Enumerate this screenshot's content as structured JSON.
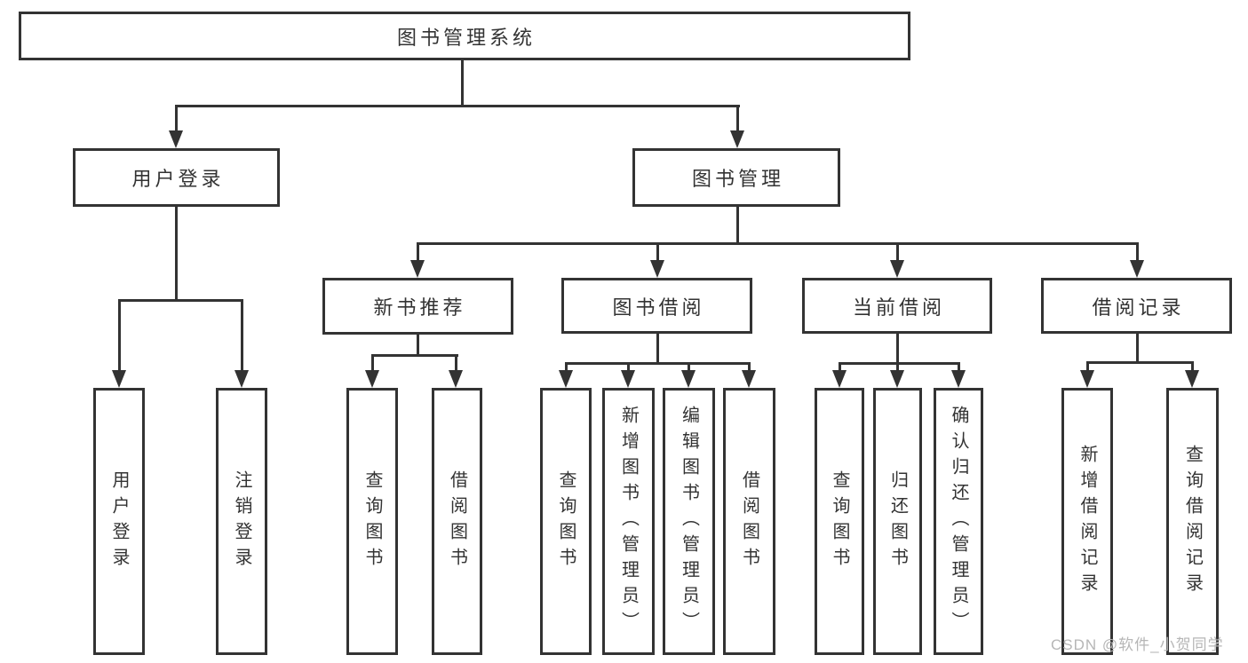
{
  "diagram": {
    "root": {
      "label": "图书管理系统"
    },
    "level2": [
      {
        "label": "用户登录"
      },
      {
        "label": "图书管理"
      }
    ],
    "level3": [
      {
        "label": "新书推荐"
      },
      {
        "label": "图书借阅"
      },
      {
        "label": "当前借阅"
      },
      {
        "label": "借阅记录"
      }
    ],
    "leaves": {
      "user": [
        "用户登录",
        "注销登录"
      ],
      "recommend": [
        "查询图书",
        "借阅图书"
      ],
      "borrow": [
        "查询图书",
        "新增图书（管理员）",
        "编辑图书（管理员）",
        "借阅图书"
      ],
      "current": [
        "查询图书",
        "归还图书",
        "确认归还（管理员）"
      ],
      "records": [
        "新增借阅记录",
        "查询借阅记录"
      ]
    },
    "watermark": "CSDN @软件_小贺同学",
    "colors": {
      "line": "#333333",
      "box_background": "#ffffff",
      "text": "#333333",
      "watermark": "#b6b6b6"
    }
  }
}
